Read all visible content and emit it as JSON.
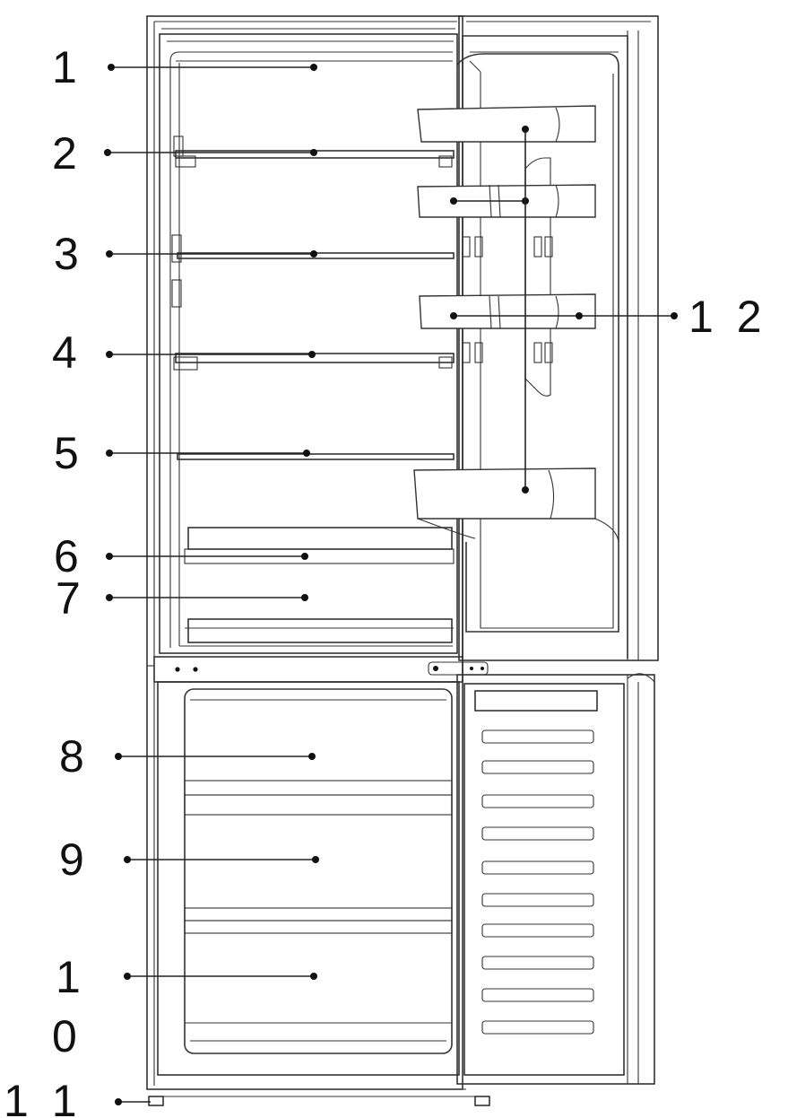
{
  "labels": {
    "l1": "1",
    "l2": "2",
    "l3": "3",
    "l4": "4",
    "l5": "5",
    "l6": "6",
    "l7": "7",
    "l8": "8",
    "l9": "9",
    "l10a": "1",
    "l10b": "0",
    "l11": "1 1",
    "l12": "1 2"
  }
}
